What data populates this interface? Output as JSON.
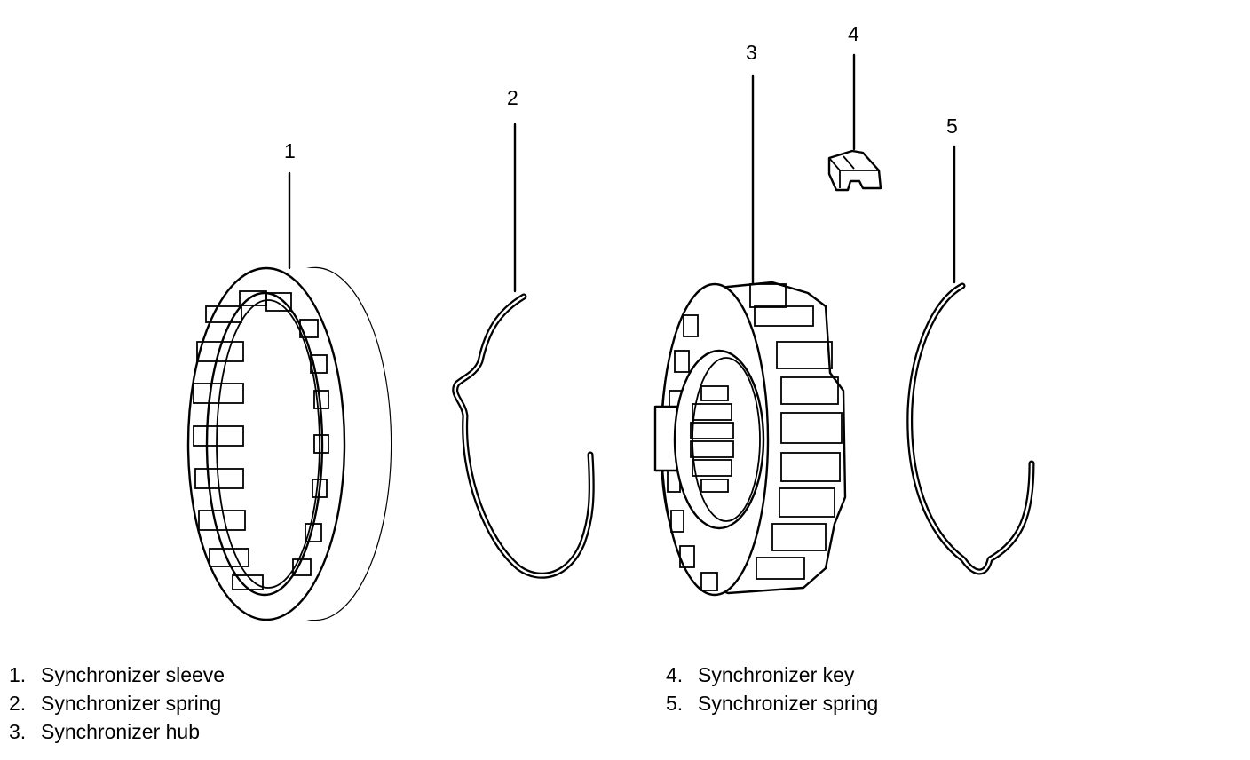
{
  "callouts": [
    "1",
    "2",
    "3",
    "4",
    "5"
  ],
  "legend": [
    {
      "num": "1.",
      "label": "Synchronizer sleeve"
    },
    {
      "num": "2.",
      "label": "Synchronizer spring"
    },
    {
      "num": "3.",
      "label": "Synchronizer hub"
    },
    {
      "num": "4.",
      "label": "Synchronizer key"
    },
    {
      "num": "5.",
      "label": "Synchronizer spring"
    }
  ]
}
